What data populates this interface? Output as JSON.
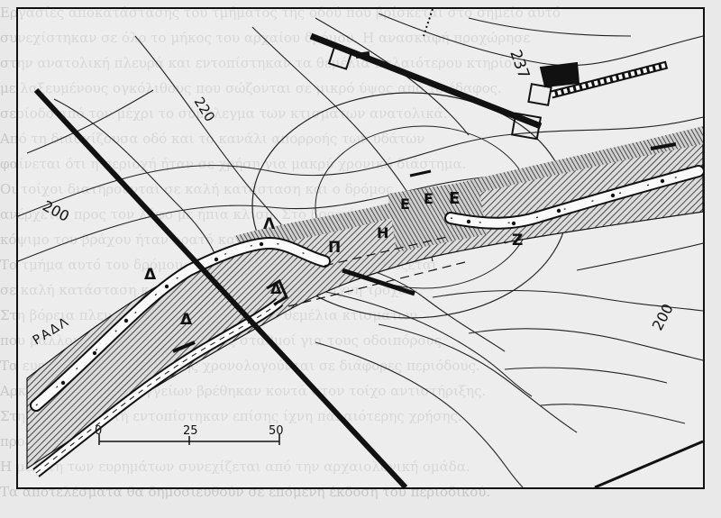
{
  "map": {
    "contours": {
      "c220": "220",
      "c237": "237",
      "c200_left": "200",
      "c200_right": "200"
    },
    "road_label": "ΡΑΔΛ",
    "letters": {
      "a1": "Δ",
      "a2": "Λ",
      "a3": "Π",
      "a4": "Η",
      "a5": "Ε",
      "a6": "Ε",
      "a7": "Ε",
      "a8": "Ζ",
      "a9": "Δ",
      "a10": "Δ"
    },
    "scale": {
      "t0": "0",
      "t25": "25",
      "t50": "50"
    }
  }
}
